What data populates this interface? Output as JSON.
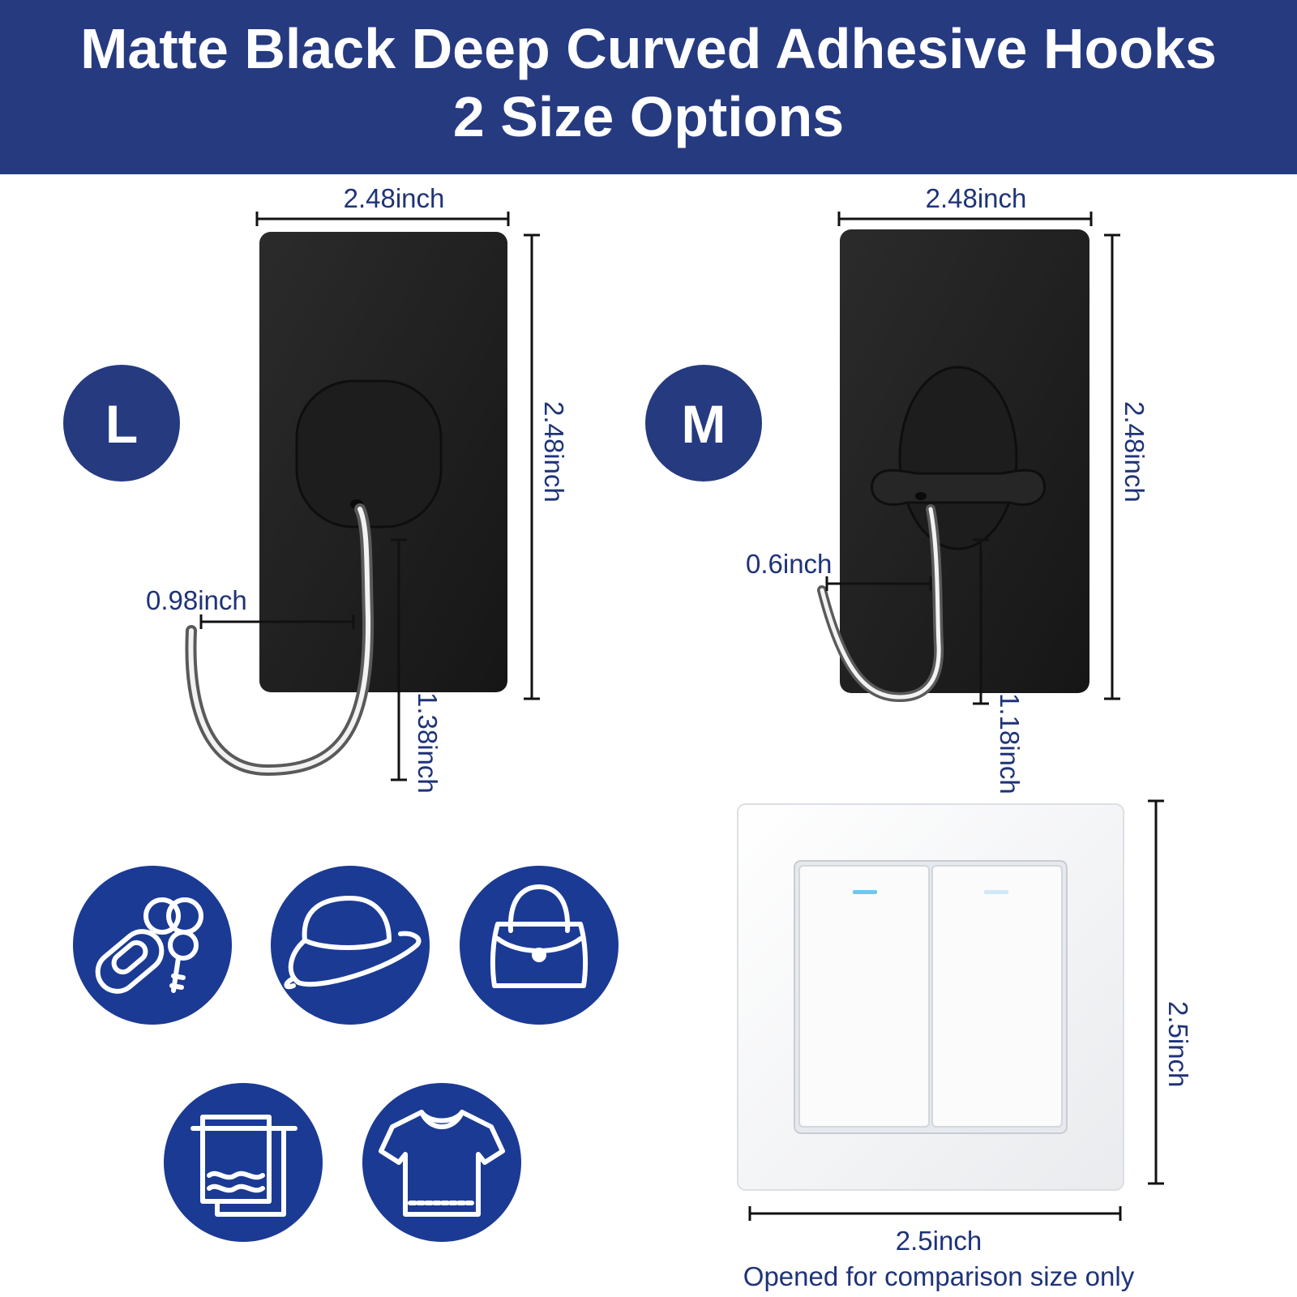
{
  "header": {
    "title_line1": "Matte Black Deep Curved Adhesive Hooks",
    "title_line2": "2 Size Options",
    "background": "#263a80"
  },
  "hook_large": {
    "badge": "L",
    "width_label": "2.48inch",
    "height_label": "2.48inch",
    "depth_label": "0.98inch",
    "hook_length_label": "1.38inch"
  },
  "hook_medium": {
    "badge": "M",
    "width_label": "2.48inch",
    "height_label": "2.48inch",
    "depth_label": "0.6inch",
    "hook_length_label": "1.18inch"
  },
  "switch_comparison": {
    "height_label": "2.5inch",
    "width_label": "2.5inch",
    "caption": "Opened for comparison size only"
  },
  "uses": {
    "icons": [
      "keys-icon",
      "hat-icon",
      "bag-icon",
      "towel-icon",
      "tshirt-icon"
    ],
    "circle_color": "#1b3a94"
  },
  "colors": {
    "navy": "#263a80",
    "dimension_text": "#1e3378",
    "plate": "#232323"
  }
}
